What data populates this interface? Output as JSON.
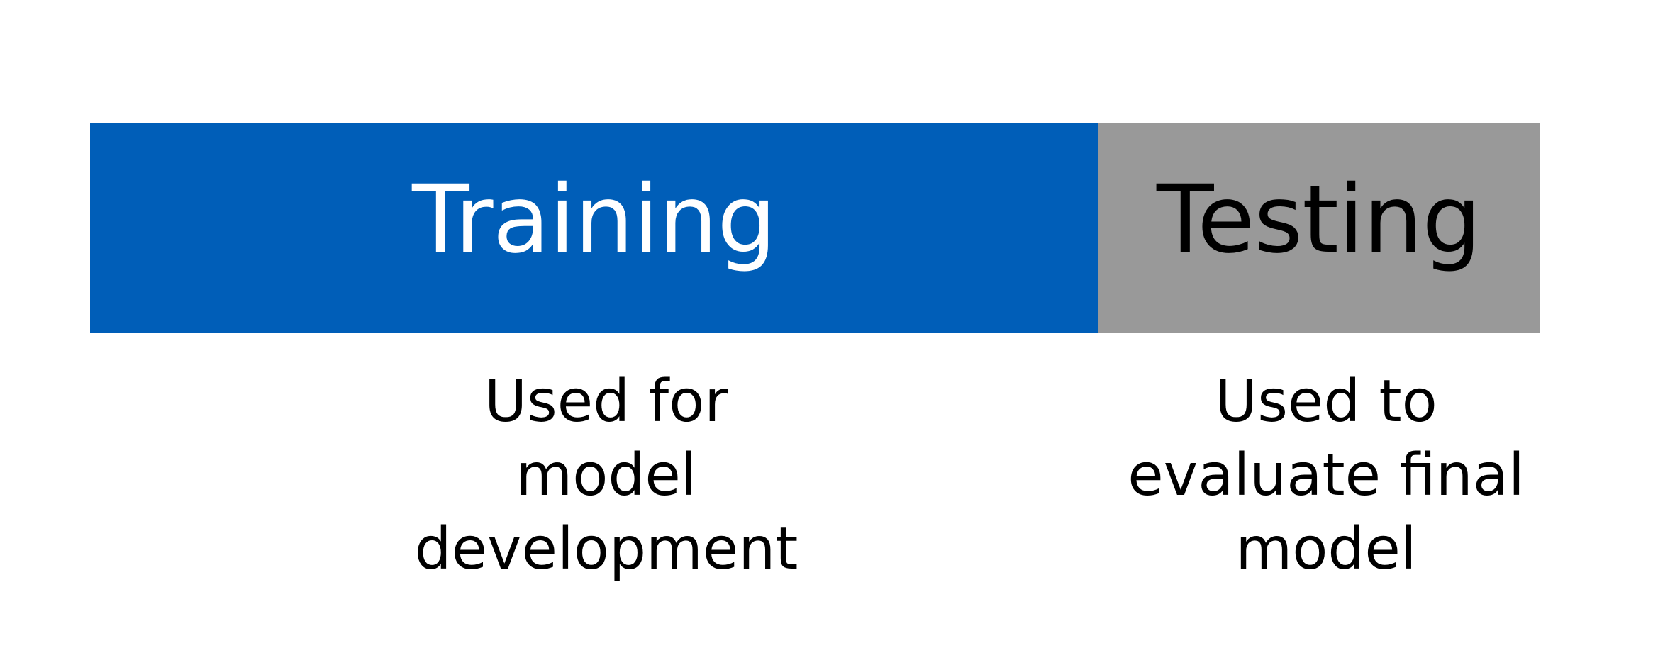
{
  "segments": {
    "training": {
      "label": "Training",
      "fill": "#005EB8",
      "text_color": "#FFFFFF",
      "caption_lines": [
        "Used for",
        "model",
        "development"
      ]
    },
    "testing": {
      "label": "Testing",
      "fill": "#999999",
      "text_color": "#000000",
      "caption_lines": [
        "Used to",
        "evaluate final",
        "model"
      ]
    }
  }
}
